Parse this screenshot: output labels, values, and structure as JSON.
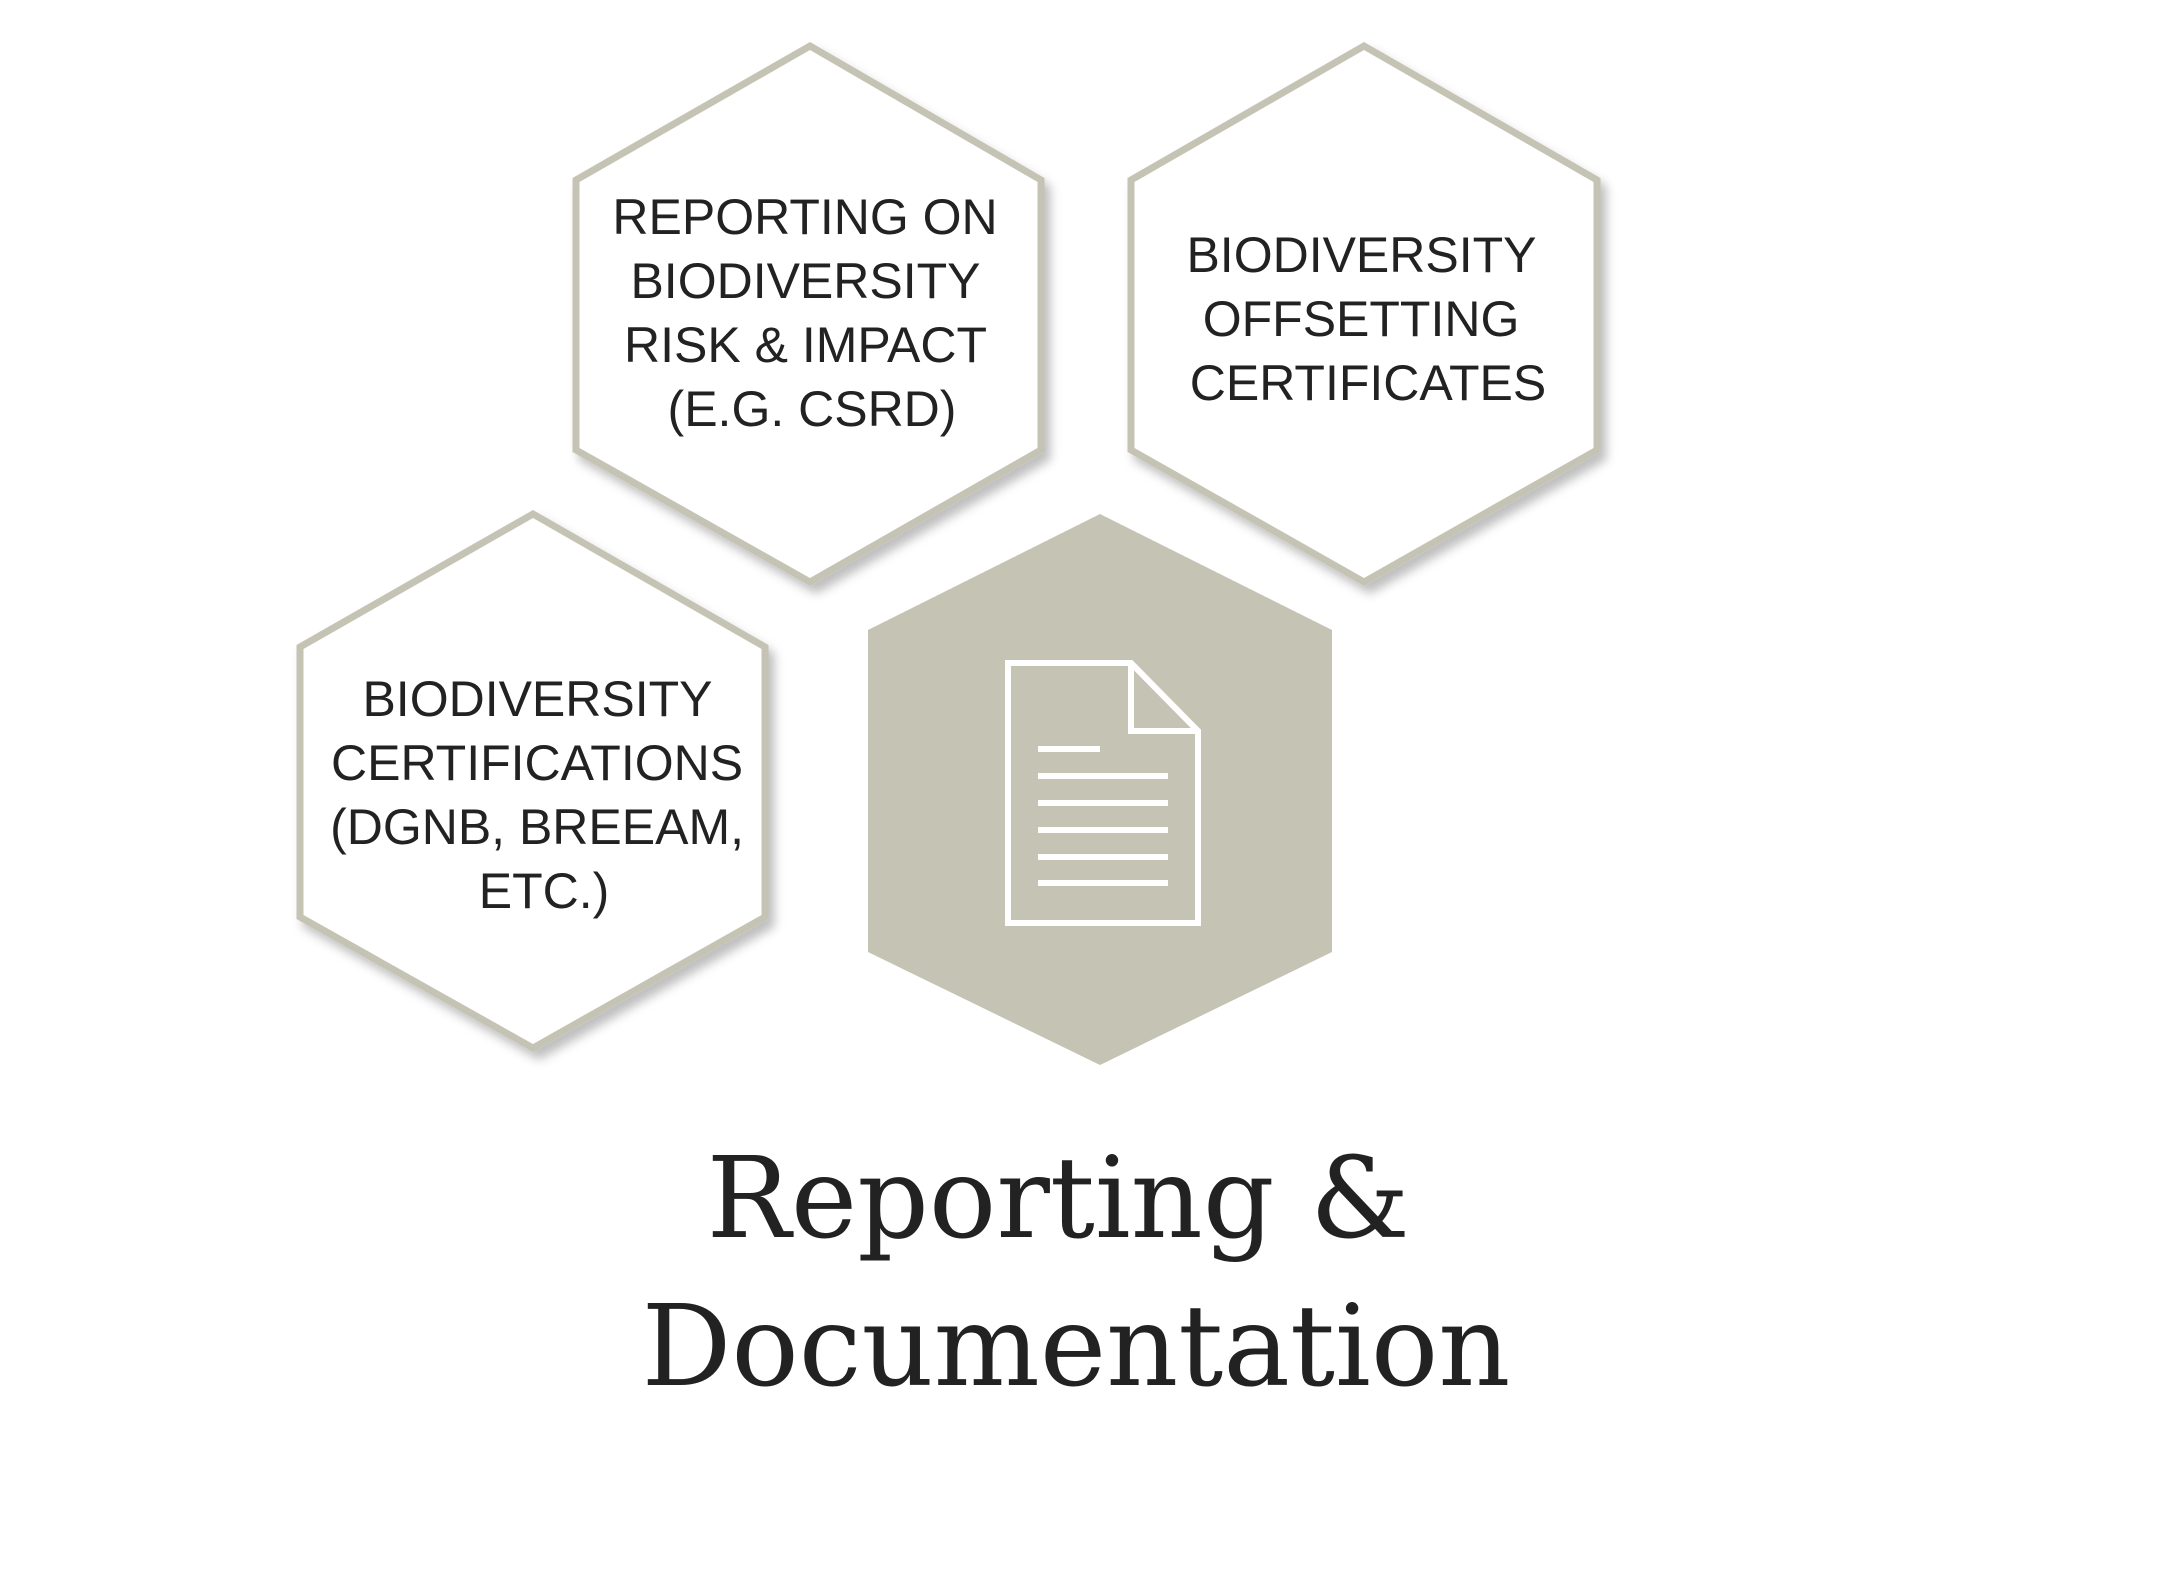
{
  "hexagons": [
    {
      "lines": [
        "REPORTING ON",
        "BIODIVERSITY",
        "RISK & IMPACT",
        "(E.G. CSRD)"
      ]
    },
    {
      "lines": [
        "BIODIVERSITY",
        "OFFSETTING",
        "CERTIFICATES"
      ]
    },
    {
      "lines": [
        "BIODIVERSITY",
        "CERTIFICATIONS",
        "(DGNB, BREEAM,",
        "ETC.)"
      ]
    }
  ],
  "center": {
    "icon": "document-icon"
  },
  "title": {
    "line1": "Reporting &",
    "line2": "Documentation"
  },
  "colors": {
    "accent": "#c5c3b3",
    "text": "#222222",
    "background": "#ffffff"
  }
}
